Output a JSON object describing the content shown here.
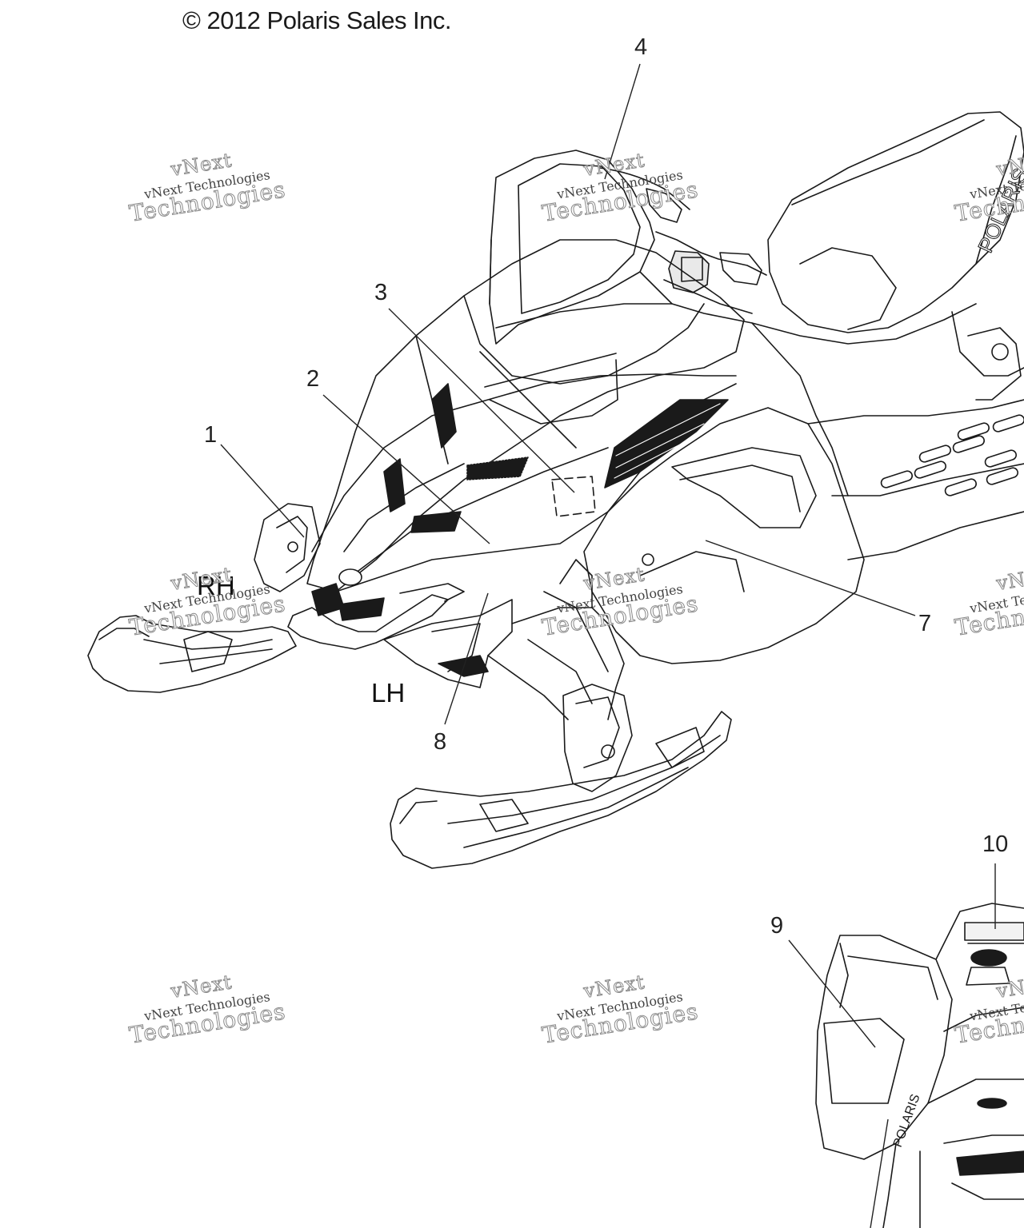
{
  "copyright": "© 2012 Polaris Sales Inc.",
  "callouts": [
    "1",
    "2",
    "3",
    "4",
    "7",
    "8",
    "9",
    "10"
  ],
  "sides": {
    "right": "RH",
    "left": "LH"
  },
  "watermark": {
    "line1": "vNext",
    "line2": "vNext Technologies",
    "line3": "Technologies"
  },
  "seat_brand": "POLARIS"
}
